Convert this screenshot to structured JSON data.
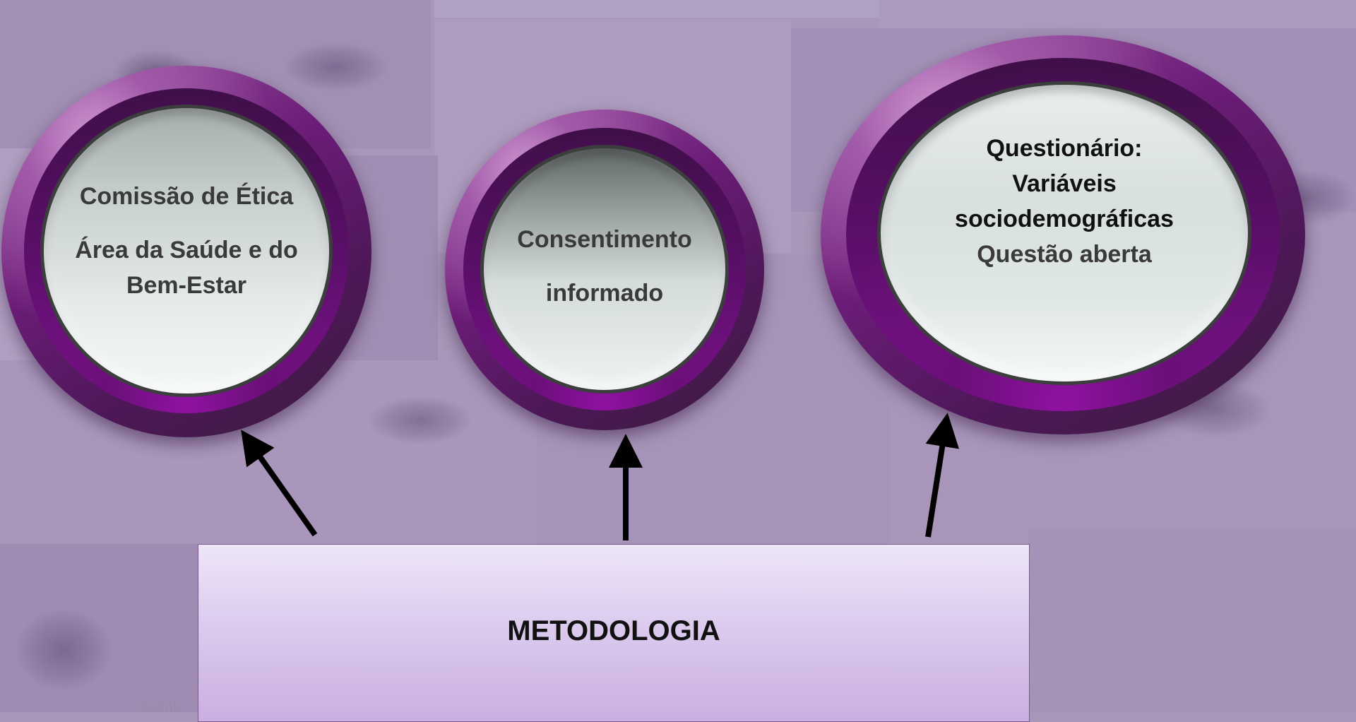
{
  "circles": [
    {
      "lines": [
        "Comissão de Ética",
        "Área da Saúde e do",
        "Bem-Estar"
      ]
    },
    {
      "lines": [
        "Consentimento",
        "informado"
      ]
    },
    {
      "lines": [
        "Questionário:",
        "Variáveis",
        "sociodemográficas",
        "Questão aberta"
      ]
    }
  ],
  "methodology": {
    "title": "METODOLOGIA"
  },
  "footer": {
    "text": "Coimb"
  },
  "colors": {
    "background": "#a897b8",
    "ring_purple": "#6c1d78",
    "face_grey": "#cbd2d2",
    "box_fill": "#dccbee"
  }
}
